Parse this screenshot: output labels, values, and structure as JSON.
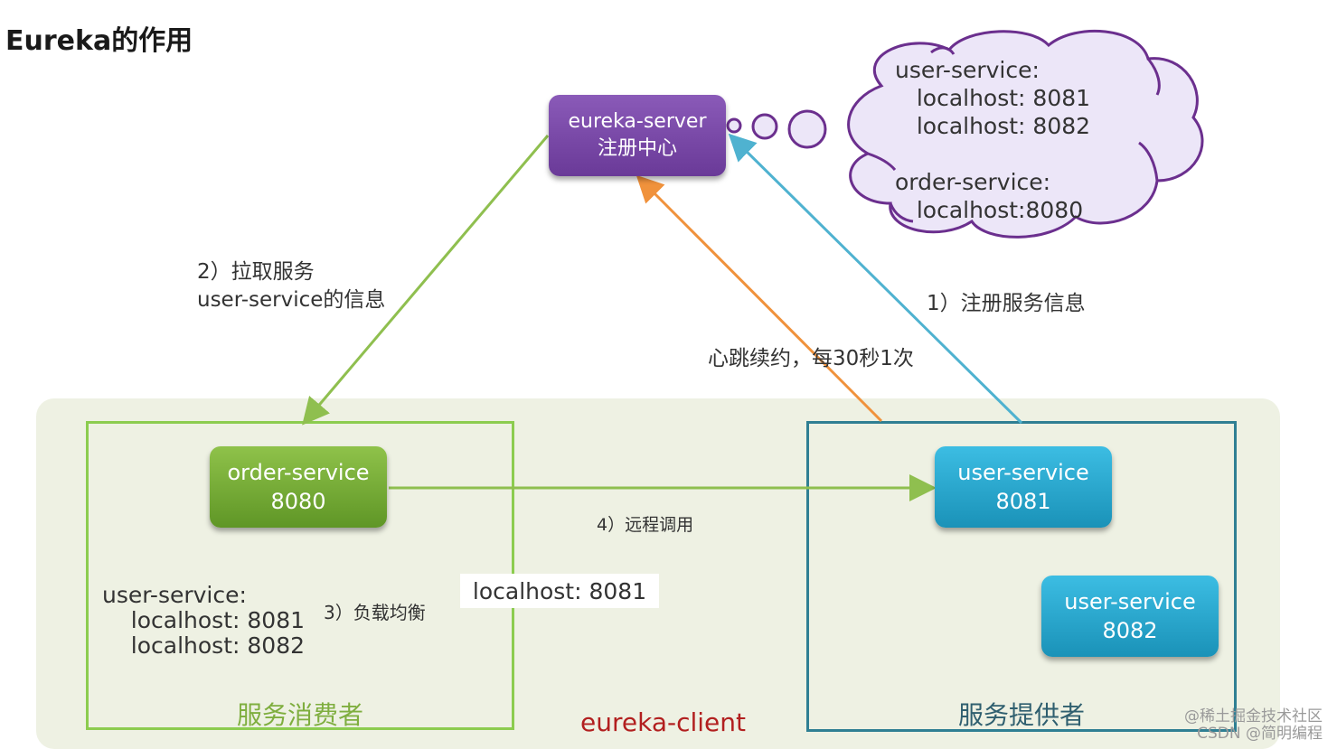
{
  "title": "Eureka的作用",
  "server": {
    "line1": "eureka-server",
    "line2": "注册中心"
  },
  "cloud": {
    "text": "user-service:\n   localhost: 8081\n   localhost: 8082\n\norder-service:\n   localhost:8080"
  },
  "steps": {
    "pull": {
      "line1": "2）拉取服务",
      "line2": "user-service的信息"
    },
    "register": "1）注册服务信息",
    "heartbeat": "心跳续约，每30秒1次",
    "remote_call": "4）远程调用",
    "load_balance": "3）负载均衡"
  },
  "order_service": {
    "name": "order-service",
    "port": "8080"
  },
  "user_service_1": {
    "name": "user-service",
    "port": "8081"
  },
  "user_service_2": {
    "name": "user-service",
    "port": "8082"
  },
  "consumer_list": "user-service:\n    localhost: 8081\n    localhost: 8082",
  "selected_instance": "localhost: 8081",
  "consumer_label": "服务消费者",
  "provider_label": "服务提供者",
  "client_label": "eureka-client",
  "watermark": "@稀土掘金技术社区\nCSDN @简明编程",
  "colors": {
    "server": "#7b4aa8",
    "order": "#77ad35",
    "user": "#2aa8cf",
    "pull_arrow": "#8fbf4f",
    "register_arrow": "#4fb2d0",
    "heartbeat_arrow": "#f0923c",
    "cloud_border": "#6b2f8e",
    "cloud_fill": "#ece6f8"
  }
}
